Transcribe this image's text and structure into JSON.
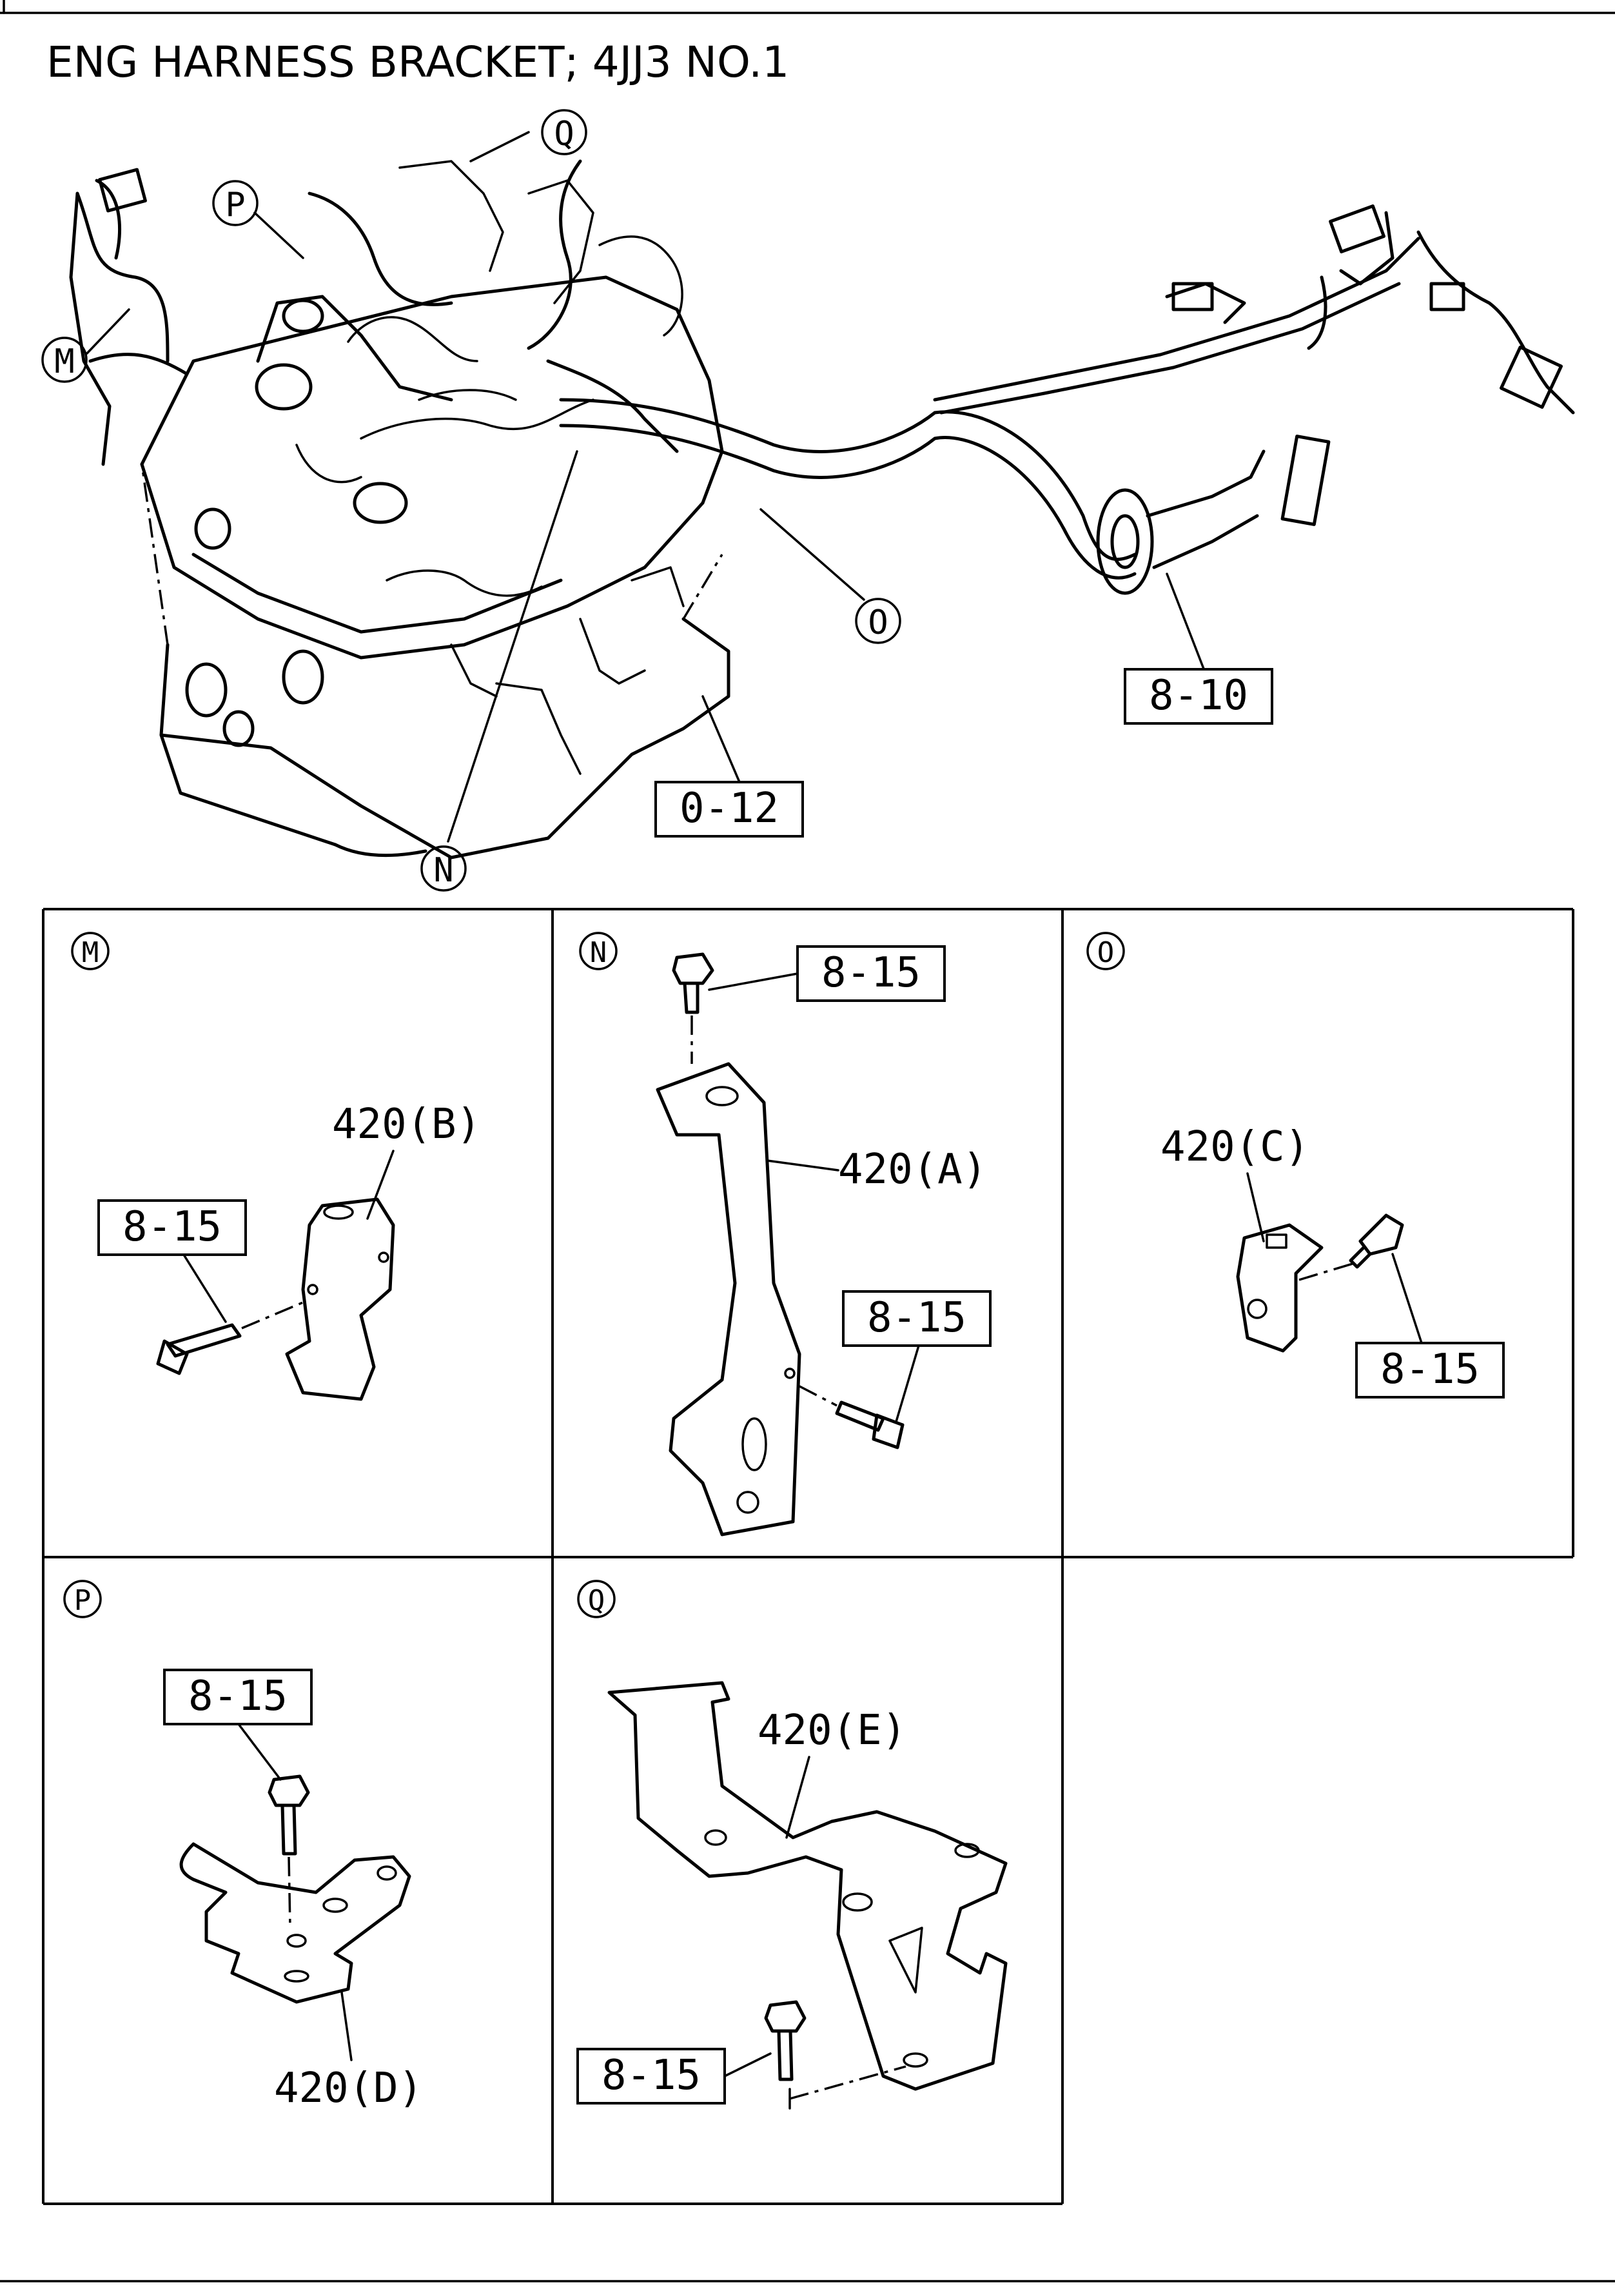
{
  "title": "ENG HARNESS BRACKET; 4JJ3 NO.1",
  "overview": {
    "callouts": {
      "m": "M",
      "n": "N",
      "o": "O",
      "p": "P",
      "q": "Q"
    },
    "refs": {
      "harness": "8-10",
      "engine": "0-12"
    }
  },
  "details": {
    "m": {
      "letter": "M",
      "part": "420(B)",
      "bolt": "8-15"
    },
    "n": {
      "letter": "N",
      "part": "420(A)",
      "bolt_top": "8-15",
      "bolt_bottom": "8-15"
    },
    "o": {
      "letter": "O",
      "part": "420(C)",
      "bolt": "8-15"
    },
    "p": {
      "letter": "P",
      "part": "420(D)",
      "bolt": "8-15"
    },
    "q": {
      "letter": "Q",
      "part": "420(E)",
      "bolt": "8-15"
    }
  }
}
